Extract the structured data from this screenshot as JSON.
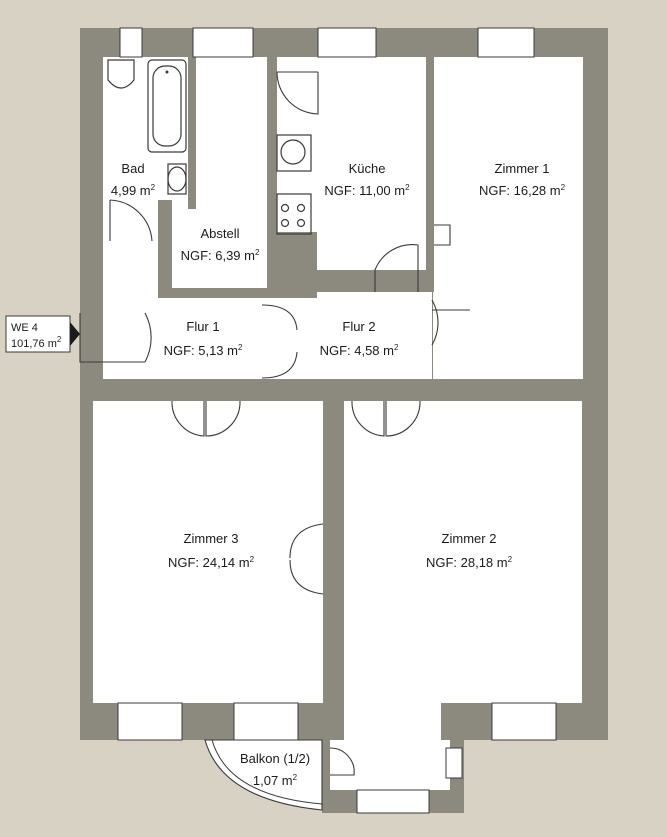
{
  "unit_tag": {
    "name": "WE 4",
    "area": "101,76 m",
    "exp": "2"
  },
  "rooms": {
    "bad": {
      "name": "Bad",
      "area": "4,99 m",
      "exp": "2"
    },
    "abstell": {
      "name": "Abstell",
      "area": "NGF: 6,39 m",
      "exp": "2"
    },
    "kueche": {
      "name": "Küche",
      "area": "NGF: 11,00 m",
      "exp": "2"
    },
    "zimmer1": {
      "name": "Zimmer 1",
      "area": "NGF: 16,28 m",
      "exp": "2"
    },
    "flur1": {
      "name": "Flur 1",
      "area": "NGF: 5,13 m",
      "exp": "2"
    },
    "flur2": {
      "name": "Flur 2",
      "area": "NGF: 4,58 m",
      "exp": "2"
    },
    "zimmer3": {
      "name": "Zimmer 3",
      "area": "NGF: 24,14 m",
      "exp": "2"
    },
    "zimmer2": {
      "name": "Zimmer 2",
      "area": "NGF: 28,18 m",
      "exp": "2"
    },
    "balkon": {
      "name": "Balkon (1/2)",
      "area": "1,07 m",
      "exp": "2"
    }
  },
  "colors": {
    "wall": "#8c897e",
    "background": "#d8d2c4",
    "floor": "#ffffff"
  }
}
